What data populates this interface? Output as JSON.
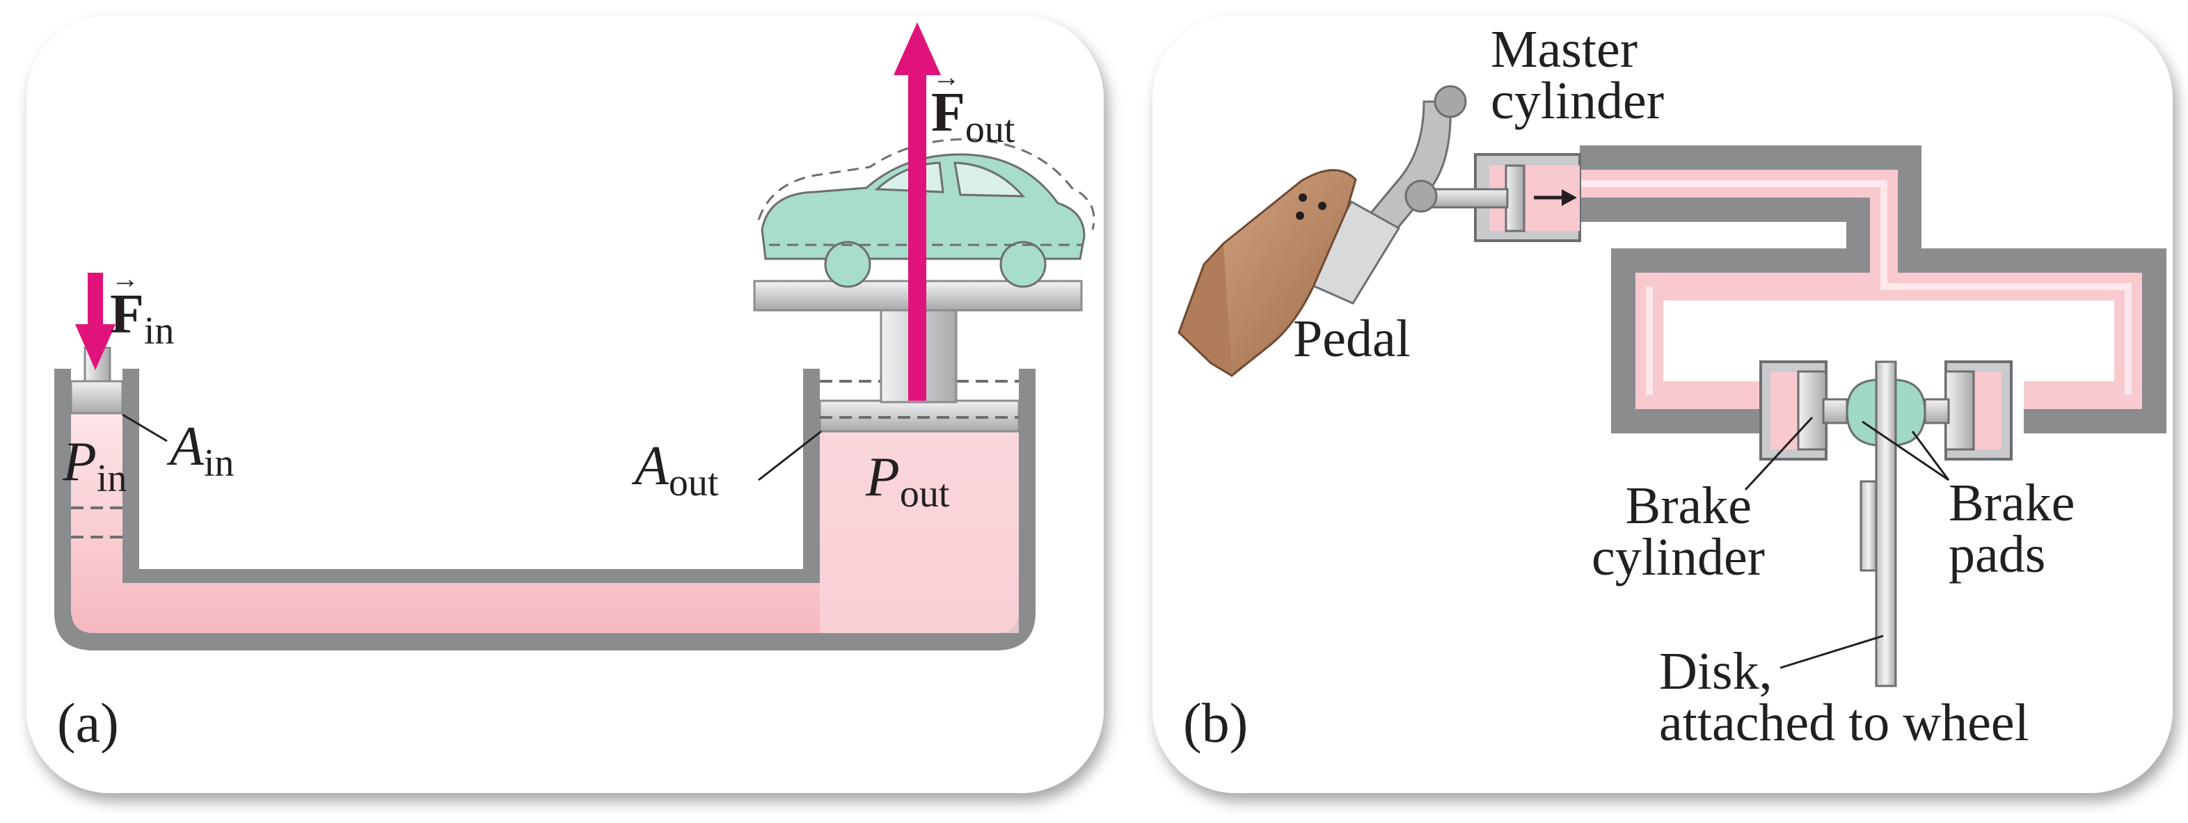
{
  "panel_a": {
    "letter": "(a)",
    "f_in": {
      "symbol": "F",
      "sub": "in"
    },
    "f_out": {
      "symbol": "F",
      "sub": "out"
    },
    "a_in": {
      "symbol": "A",
      "sub": "in"
    },
    "p_in": {
      "symbol": "P",
      "sub": "in"
    },
    "a_out": {
      "symbol": "A",
      "sub": "out"
    },
    "p_out": {
      "symbol": "P",
      "sub": "out"
    }
  },
  "panel_b": {
    "letter": "(b)",
    "master_cylinder": [
      "Master",
      "cylinder"
    ],
    "pedal": "Pedal",
    "brake_cylinder": [
      "Brake",
      "cylinder"
    ],
    "brake_pads": [
      "Brake",
      "pads"
    ],
    "disk": [
      "Disk,",
      "attached to wheel"
    ]
  },
  "colors": {
    "fluid": "#f8c9cf",
    "fluid_light": "#fde8ea",
    "wall": "#8a8c8e",
    "wall_light": "#c9cacb",
    "force_arrow": "#e0137b",
    "car": "#a8dccb",
    "pad": "#9fd8c4",
    "shoe": "#c08d6a"
  }
}
